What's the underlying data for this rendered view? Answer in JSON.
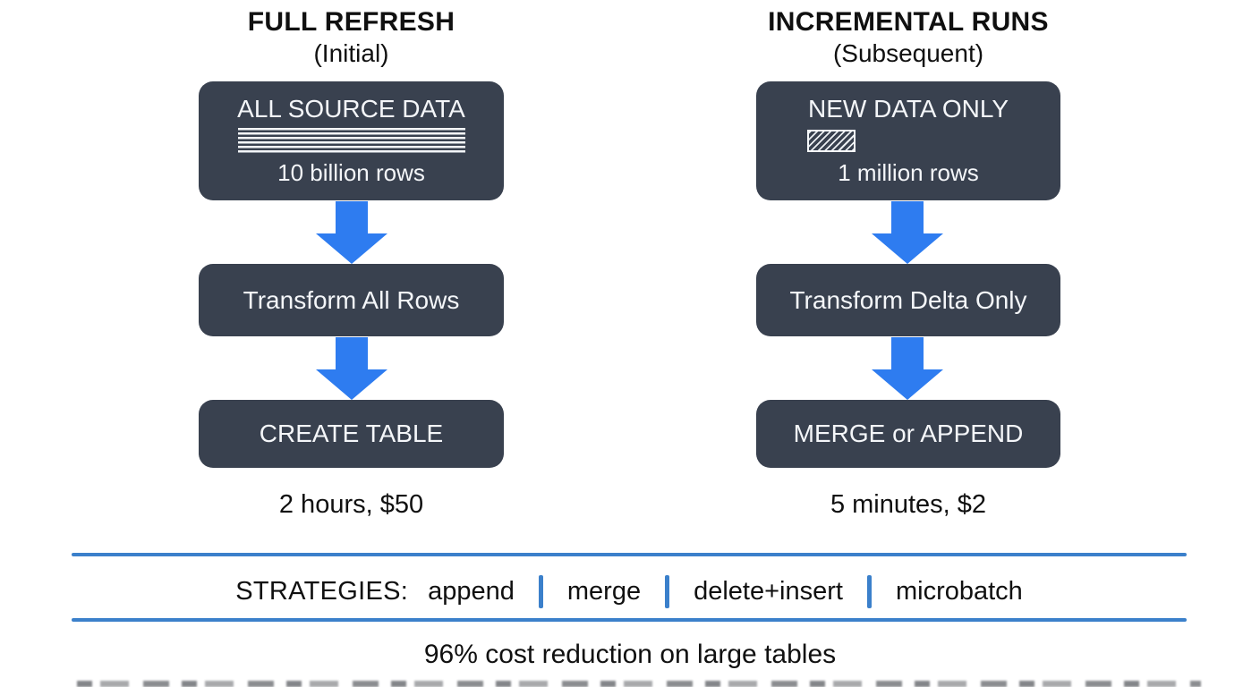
{
  "colors": {
    "box_background": "#39414f",
    "box_text": "#f4f6f9",
    "arrow_blue": "#2e7cf0",
    "rule_blue": "#3b80cb",
    "text_ink": "#101010",
    "page_background": "#ffffff"
  },
  "columns": [
    {
      "title": "FULL REFRESH",
      "subtitle": "(Initial)",
      "source_box": {
        "label": "ALL SOURCE DATA",
        "rows_label": "10 billion rows",
        "visual": "striped-rows"
      },
      "transform_box_label": "Transform All Rows",
      "load_box_label": "CREATE TABLE",
      "cost": "2 hours, $50"
    },
    {
      "title": "INCREMENTAL RUNS",
      "subtitle": "(Subsequent)",
      "source_box": {
        "label": "NEW DATA ONLY",
        "rows_label": "1 million rows",
        "visual": "hatched-delta-patch"
      },
      "transform_box_label": "Transform Delta Only",
      "load_box_label": "MERGE or APPEND",
      "cost": "5 minutes, $2"
    }
  ],
  "strategies": {
    "label": "STRATEGIES:",
    "items": [
      "append",
      "merge",
      "delete+insert",
      "microbatch"
    ]
  },
  "footer_note": "96% cost reduction on large tables"
}
